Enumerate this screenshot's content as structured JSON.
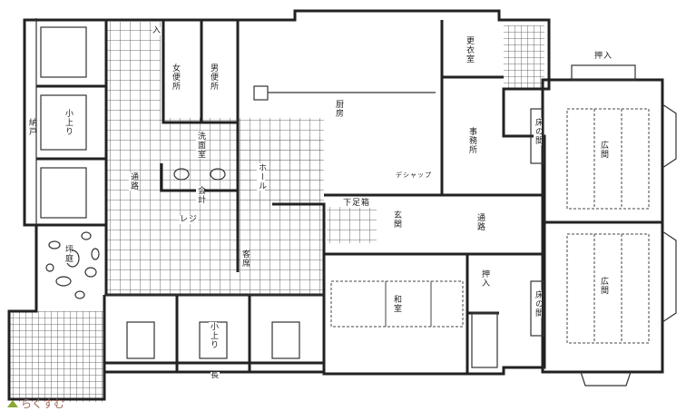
{
  "plan": {
    "rooms": {
      "entry_small": "入",
      "womens_toilet": "女便所",
      "mens_toilet": "男便所",
      "kitchen": "厨房",
      "washroom": "洗面室",
      "small_raised_room_1": "小上り",
      "storage": "納戸",
      "corridor_1": "通路",
      "cashier": "会計",
      "register": "レジ",
      "hall": "ホール",
      "seating": "客席",
      "courtyard": "坪庭",
      "small_raised_room_2": "小上り",
      "long_seat": "長",
      "entrance": "玄関",
      "shoe_box": "下足箱",
      "pantry": "デシャップ",
      "office": "事務所",
      "changing_room": "更衣室",
      "closet_1": "押入",
      "alcove_1": "床の間",
      "alcove_2": "床の間",
      "banquet_hall_1": "広間",
      "banquet_hall_2": "広間",
      "corridor_2": "通路",
      "closet_2": "押入",
      "tatami_room": "和室"
    },
    "logo": "らくすむ"
  }
}
